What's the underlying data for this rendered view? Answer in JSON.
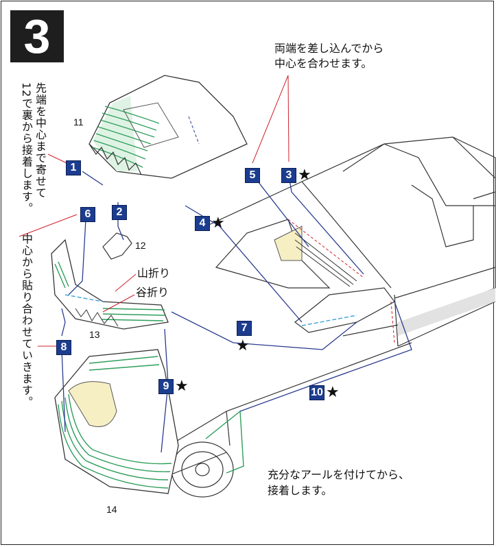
{
  "step": "3",
  "notes": {
    "top_right_line1": "両端を差し込んでから",
    "top_right_line2": "中心を合わせます。",
    "left_vertical": "先端を中心まで寄せて",
    "left_vertical2": "12で裏から接着します。",
    "mid_left_vertical": "中心から貼り合わせていきます。",
    "mountain_fold": "山折り",
    "valley_fold": "谷折り",
    "bottom_right_line1": "充分なアールを付けてから、",
    "bottom_right_line2": "接着します。"
  },
  "part_numbers": {
    "p11": "11",
    "p12": "12",
    "p13": "13",
    "p14": "14"
  },
  "tags": [
    {
      "num": "1",
      "star": ""
    },
    {
      "num": "2",
      "star": ""
    },
    {
      "num": "3",
      "star": "★"
    },
    {
      "num": "4",
      "star": "★"
    },
    {
      "num": "5",
      "star": ""
    },
    {
      "num": "6",
      "star": ""
    },
    {
      "num": "7",
      "star": "★"
    },
    {
      "num": "8",
      "star": ""
    },
    {
      "num": "9",
      "star": "★"
    },
    {
      "num": "10",
      "star": "★"
    }
  ],
  "colors": {
    "tag_blue": "#1c3d8f",
    "line_blue": "#2a3b8f",
    "stripe_green": "#2e9e5b",
    "fill_yellow": "#f6efc4",
    "accent_red": "#d0202a"
  }
}
